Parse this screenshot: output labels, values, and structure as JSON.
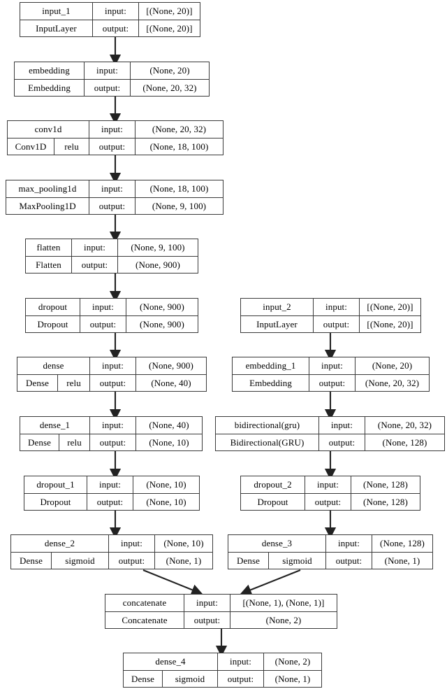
{
  "diagram": {
    "title": "Keras functional model architecture plot",
    "background": "#ffffff",
    "line_color": "#222222",
    "border_color": "#3a3a3a",
    "labels": {
      "input": "input:",
      "output": "output:"
    }
  },
  "nodes": [
    {
      "id": "input_1",
      "name": "input_1",
      "type": "InputLayer",
      "activation": "",
      "input_shape": "[(None, 20)]",
      "output_shape": "[(None, 20)]"
    },
    {
      "id": "embedding",
      "name": "embedding",
      "type": "Embedding",
      "activation": "",
      "input_shape": "(None, 20)",
      "output_shape": "(None, 20, 32)"
    },
    {
      "id": "conv1d",
      "name": "conv1d",
      "type": "Conv1D",
      "activation": "relu",
      "input_shape": "(None, 20, 32)",
      "output_shape": "(None, 18, 100)"
    },
    {
      "id": "max_pooling1d",
      "name": "max_pooling1d",
      "type": "MaxPooling1D",
      "activation": "",
      "input_shape": "(None, 18, 100)",
      "output_shape": "(None, 9, 100)"
    },
    {
      "id": "flatten",
      "name": "flatten",
      "type": "Flatten",
      "activation": "",
      "input_shape": "(None, 9, 100)",
      "output_shape": "(None, 900)"
    },
    {
      "id": "dropout",
      "name": "dropout",
      "type": "Dropout",
      "activation": "",
      "input_shape": "(None, 900)",
      "output_shape": "(None, 900)"
    },
    {
      "id": "dense",
      "name": "dense",
      "type": "Dense",
      "activation": "relu",
      "input_shape": "(None, 900)",
      "output_shape": "(None, 40)"
    },
    {
      "id": "dense_1",
      "name": "dense_1",
      "type": "Dense",
      "activation": "relu",
      "input_shape": "(None, 40)",
      "output_shape": "(None, 10)"
    },
    {
      "id": "dropout_1",
      "name": "dropout_1",
      "type": "Dropout",
      "activation": "",
      "input_shape": "(None, 10)",
      "output_shape": "(None, 10)"
    },
    {
      "id": "dense_2",
      "name": "dense_2",
      "type": "Dense",
      "activation": "sigmoid",
      "input_shape": "(None, 10)",
      "output_shape": "(None, 1)"
    },
    {
      "id": "input_2",
      "name": "input_2",
      "type": "InputLayer",
      "activation": "",
      "input_shape": "[(None, 20)]",
      "output_shape": "[(None, 20)]"
    },
    {
      "id": "embedding_1",
      "name": "embedding_1",
      "type": "Embedding",
      "activation": "",
      "input_shape": "(None, 20)",
      "output_shape": "(None, 20, 32)"
    },
    {
      "id": "bidirectional",
      "name": "bidirectional(gru)",
      "type": "Bidirectional(GRU)",
      "activation": "",
      "input_shape": "(None, 20, 32)",
      "output_shape": "(None, 128)"
    },
    {
      "id": "dropout_2",
      "name": "dropout_2",
      "type": "Dropout",
      "activation": "",
      "input_shape": "(None, 128)",
      "output_shape": "(None, 128)"
    },
    {
      "id": "dense_3",
      "name": "dense_3",
      "type": "Dense",
      "activation": "sigmoid",
      "input_shape": "(None, 128)",
      "output_shape": "(None, 1)"
    },
    {
      "id": "concatenate",
      "name": "concatenate",
      "type": "Concatenate",
      "activation": "",
      "input_shape": "[(None, 1), (None, 1)]",
      "output_shape": "(None, 2)"
    },
    {
      "id": "dense_4",
      "name": "dense_4",
      "type": "Dense",
      "activation": "sigmoid",
      "input_shape": "(None, 2)",
      "output_shape": "(None, 1)"
    }
  ],
  "edges": [
    {
      "from": "input_1",
      "to": "embedding"
    },
    {
      "from": "embedding",
      "to": "conv1d"
    },
    {
      "from": "conv1d",
      "to": "max_pooling1d"
    },
    {
      "from": "max_pooling1d",
      "to": "flatten"
    },
    {
      "from": "flatten",
      "to": "dropout"
    },
    {
      "from": "dropout",
      "to": "dense"
    },
    {
      "from": "dense",
      "to": "dense_1"
    },
    {
      "from": "dense_1",
      "to": "dropout_1"
    },
    {
      "from": "dropout_1",
      "to": "dense_2"
    },
    {
      "from": "input_2",
      "to": "embedding_1"
    },
    {
      "from": "embedding_1",
      "to": "bidirectional"
    },
    {
      "from": "bidirectional",
      "to": "dropout_2"
    },
    {
      "from": "dropout_2",
      "to": "dense_3"
    },
    {
      "from": "dense_2",
      "to": "concatenate"
    },
    {
      "from": "dense_3",
      "to": "concatenate"
    },
    {
      "from": "concatenate",
      "to": "dense_4"
    }
  ]
}
